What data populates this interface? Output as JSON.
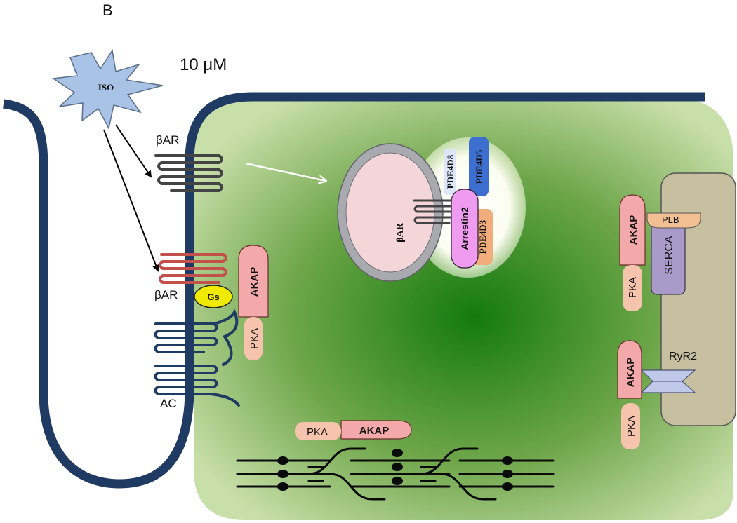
{
  "figure": {
    "panel_label": "B",
    "concentration": "10 μM"
  },
  "ligand": {
    "label": "ISO"
  },
  "membrane": {
    "receptor_top_label": "βAR",
    "receptor_lower_label": "βAR",
    "g_protein_label": "Gs",
    "akap_label": "AKAP",
    "pka_label": "PKA",
    "cyclase_label": "AC"
  },
  "endosome": {
    "receptor_label": "βAR",
    "arrestin_label": "Arrestin2",
    "pde_labels": [
      "PDE4D8",
      "PDE4D5",
      "PDE4D3"
    ]
  },
  "sr": {
    "plb_label": "PLB",
    "serca_label": "SERCA",
    "ryr_label": "RyR2",
    "akap_upper_label": "AKAP",
    "pka_upper_label": "PKA",
    "akap_lower_label": "AKAP",
    "pka_lower_label": "PKA"
  },
  "myofilament": {
    "pka_label": "PKA",
    "akap_label": "AKAP"
  },
  "colors": {
    "membrane": "#1f3a63",
    "cytoplasm_center": "#147a0e",
    "cytoplasm_edge": "#c5dca4",
    "sr_fill": "#c6bfa0",
    "akap_fill": "#f3a9a9",
    "pka_fill": "#f6c3ad",
    "gs_fill": "#f0e900",
    "arrestin_fill": "#ef9cf0"
  }
}
